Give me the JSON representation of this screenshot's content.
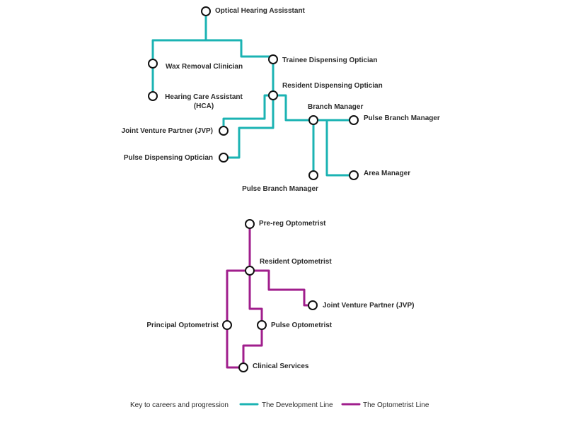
{
  "development": {
    "optical_hearing_assistant": "Optical Hearing Assisstant",
    "wax_removal_clinician": "Wax Removal Clinician",
    "hearing_care_assistant_1": "Hearing Care Assistant",
    "hearing_care_assistant_2": "(HCA)",
    "trainee_dispensing_optician": "Trainee Dispensing Optician",
    "resident_dispensing_optician": "Resident Dispensing Optician",
    "joint_venture_partner": "Joint Venture Partner (JVP)",
    "pulse_dispensing_optician": "Pulse Dispensing Optician",
    "branch_manager": "Branch Manager",
    "pulse_branch_manager_right": "Pulse Branch Manager",
    "pulse_branch_manager_bottom": "Pulse Branch Manager",
    "area_manager": "Area Manager"
  },
  "optometrist": {
    "prereg_optometrist": "Pre-reg Optometrist",
    "resident_optometrist": "Resident Optometrist",
    "joint_venture_partner": "Joint Venture Partner (JVP)",
    "principal_optometrist": "Principal Optometrist",
    "pulse_optometrist": "Pulse Optometrist",
    "clinical_services": "Clinical Services"
  },
  "key": {
    "title": "Key to careers and progression",
    "development_line": "The Development Line",
    "optometrist_line": "The Optometrist Line"
  },
  "colors": {
    "development_line": "#1bb3b3",
    "optometrist_line": "#a01e8c",
    "station_outline": "#111111"
  }
}
